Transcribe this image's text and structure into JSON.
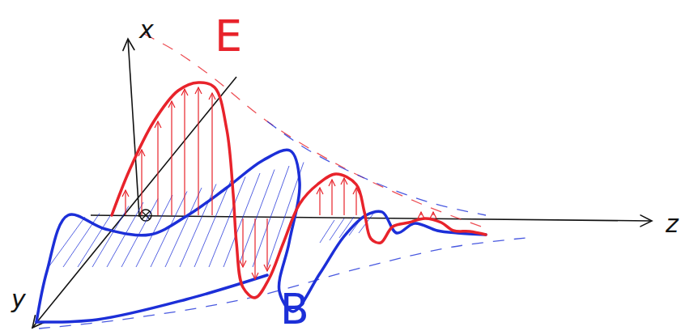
{
  "diagram": {
    "labels": [
      "x",
      "E",
      "z",
      "y",
      "B"
    ]
  }
}
